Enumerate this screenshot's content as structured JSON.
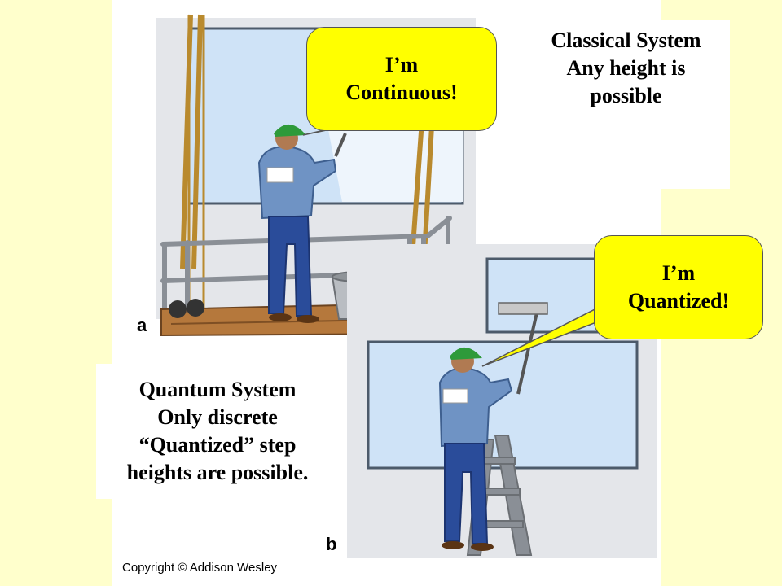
{
  "classical": {
    "lines": [
      "Classical System",
      "Any height is",
      "possible"
    ]
  },
  "quantum": {
    "lines": [
      "Quantum System",
      "Only discrete",
      "“Quantized” step",
      "heights are possible."
    ]
  },
  "bubbles": {
    "continuous": [
      "I’m",
      "Continuous!"
    ],
    "quantized": [
      "I’m",
      "Quantized!"
    ]
  },
  "figure": {
    "label_a": "a",
    "label_b": "b",
    "copyright": "Copyright © Addison Wesley"
  },
  "colors": {
    "slide_background": "#ffffcc",
    "bubble_fill": "#ffff00",
    "shirt": "#6f93c4",
    "pants": "#2a4c9a",
    "cap": "#2e9a3a",
    "platform": "#b5783c",
    "rope": "#b98a2e",
    "window_glass": "#cfe3f7"
  },
  "icons": {
    "person_a": "window-washer-on-scaffold",
    "person_b": "window-washer-on-ladder",
    "bucket": "bucket-icon",
    "ladder": "step-ladder-icon"
  }
}
